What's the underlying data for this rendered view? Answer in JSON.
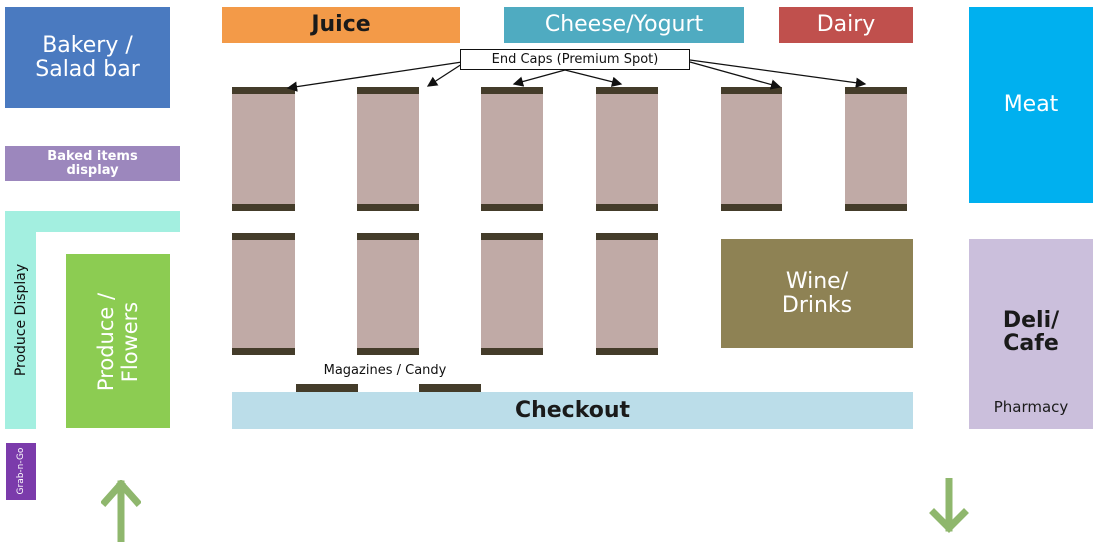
{
  "sections": {
    "bakery": "Bakery /\nSalad bar",
    "baked_items": "Baked items\ndisplay",
    "produce_display": "Produce Display",
    "produce_flowers": "Produce /\nFlowers",
    "grab_n_go": "Grab-n-Go",
    "juice": "Juice",
    "cheese_yogurt": "Cheese/Yogurt",
    "dairy": "Dairy",
    "meat": "Meat",
    "wine_drinks": "Wine/\nDrinks",
    "deli_cafe": "Deli/\nCafe",
    "pharmacy": "Pharmacy",
    "checkout": "Checkout",
    "magazines_candy": "Magazines / Candy",
    "end_caps": "End Caps (Premium Spot)"
  },
  "colors": {
    "bakery": "#4a7ac0",
    "baked_items": "#9c87bd",
    "produce_display": "#a3efe0",
    "produce_flowers": "#8ccc52",
    "grab_n_go": "#7b3bab",
    "juice": "#f39a48",
    "cheese_yogurt": "#4fabc1",
    "dairy": "#c0504d",
    "meat": "#00b0ef",
    "wine_drinks": "#8e8254",
    "deli_cafe": "#cbbfdc",
    "checkout": "#bbdde9",
    "shelf": "#c0aaa6",
    "shelf_cap": "#443c2a",
    "arrow": "#8fb76d"
  },
  "icons": {
    "entrance": "arrow-up-icon",
    "exit": "arrow-down-icon"
  }
}
